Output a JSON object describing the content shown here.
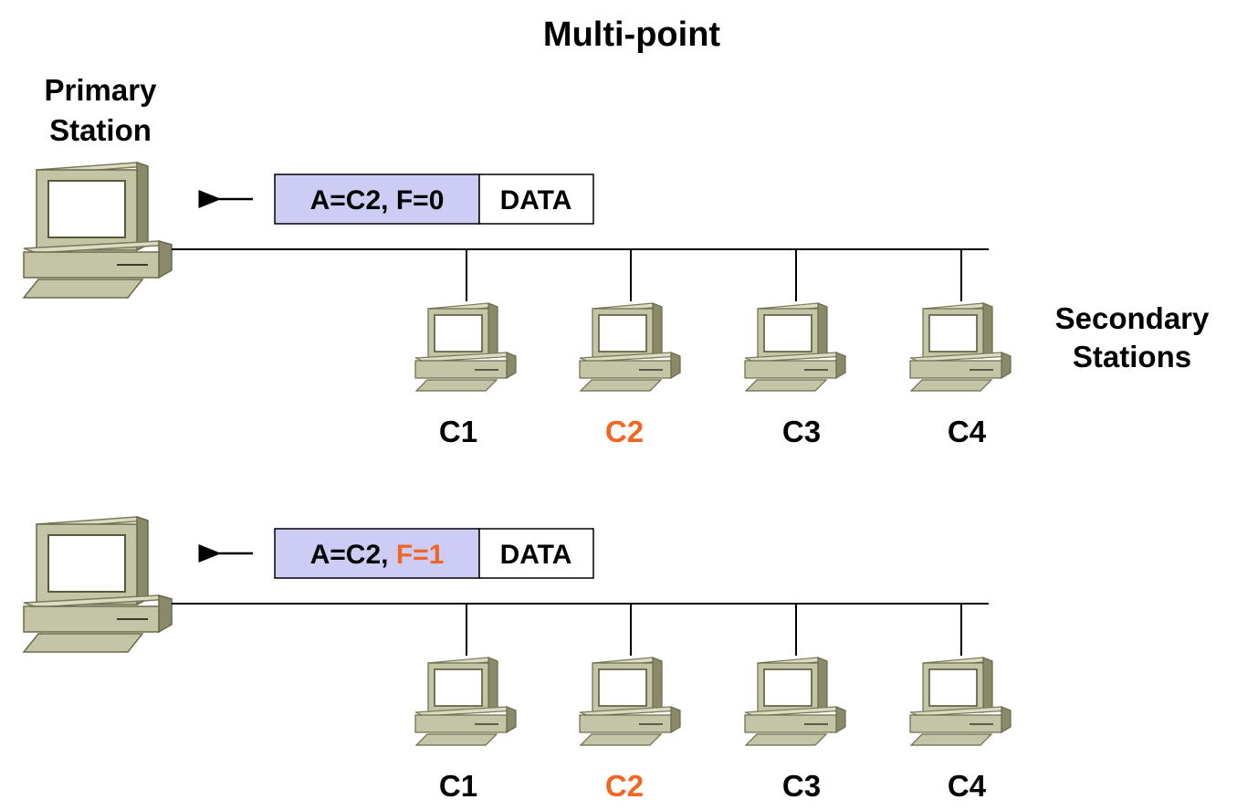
{
  "title": "Multi-point",
  "primary_label": [
    "Primary",
    "Station"
  ],
  "secondary_label": [
    "Secondary",
    "Stations"
  ],
  "colors": {
    "highlight": "#f26522",
    "frame_address_fill": "#ccccf5",
    "computer_body": "#c4c4a6",
    "computer_dark": "#8a8a6a",
    "line": "#000000"
  },
  "scenarios": [
    {
      "frame": {
        "address_text": "A=C2, ",
        "flag_text": "F=0",
        "flag_highlight": false,
        "data_text": "DATA"
      },
      "stations": [
        {
          "label": "C1",
          "highlight": false
        },
        {
          "label": "C2",
          "highlight": true
        },
        {
          "label": "C3",
          "highlight": false
        },
        {
          "label": "C4",
          "highlight": false
        }
      ]
    },
    {
      "frame": {
        "address_text": "A=C2, ",
        "flag_text": "F=1",
        "flag_highlight": true,
        "data_text": "DATA"
      },
      "stations": [
        {
          "label": "C1",
          "highlight": false
        },
        {
          "label": "C2",
          "highlight": true
        },
        {
          "label": "C3",
          "highlight": false
        },
        {
          "label": "C4",
          "highlight": false
        }
      ]
    }
  ]
}
